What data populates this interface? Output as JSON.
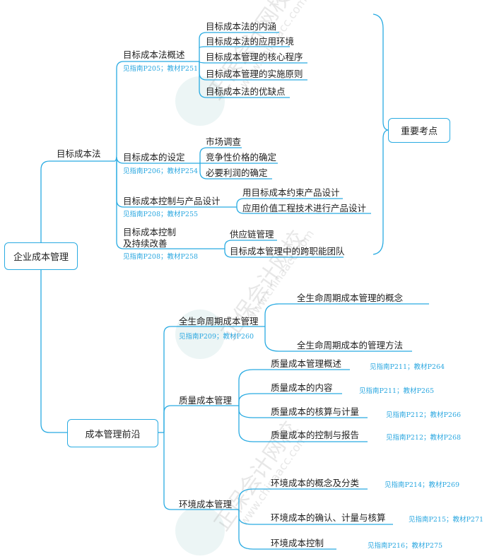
{
  "root": "企业成本管理",
  "key_points": "重要考点",
  "branch1": {
    "label": "目标成本法",
    "children": [
      {
        "label": "目标成本法概述",
        "ref": "见指南P205；教材P251",
        "leaves": [
          "目标成本法的内涵",
          "目标成本法的应用环境",
          "目标成本管理的核心程序",
          "目标成本管理的实施原则",
          "目标成本法的优缺点"
        ]
      },
      {
        "label": "目标成本的设定",
        "ref": "见指南P206；教材P254",
        "leaves": [
          "市场调查",
          "竞争性价格的确定",
          "必要利润的确定"
        ]
      },
      {
        "label": "目标成本控制与产品设计",
        "ref": "见指南P208；教材P255",
        "leaves": [
          "用目标成本约束产品设计",
          "应用价值工程技术进行产品设计"
        ]
      },
      {
        "label_line1": "目标成本控制",
        "label_line2": "及持续改善",
        "ref": "见指南P208；教材P258",
        "leaves": [
          "供应链管理",
          "目标成本管理中的跨职能团队"
        ]
      }
    ]
  },
  "branch2": {
    "label": "成本管理前沿",
    "children": [
      {
        "label": "全生命周期成本管理",
        "ref": "见指南P209；教材P260",
        "leaves": [
          {
            "label": "全生命周期成本管理的概念"
          },
          {
            "label": "全生命周期成本的管理方法"
          }
        ]
      },
      {
        "label": "质量成本管理",
        "leaves": [
          {
            "label": "质量成本管理概述",
            "ref": "见指南P211；教材P264"
          },
          {
            "label": "质量成本的内容",
            "ref": "见指南P211；教材P265"
          },
          {
            "label": "质量成本的核算与计量",
            "ref": "见指南P212；教材P266"
          },
          {
            "label": "质量成本的控制与报告",
            "ref": "见指南P212；教材P268"
          }
        ]
      },
      {
        "label": "环境成本管理",
        "leaves": [
          {
            "label": "环境成本的概念及分类",
            "ref": "见指南P214；教材P269"
          },
          {
            "label": "环境成本的确认、计量与核算",
            "ref": "见指南P215；教材P271"
          },
          {
            "label": "环境成本控制",
            "ref": "见指南P216；教材P275"
          }
        ]
      }
    ]
  },
  "watermark": {
    "text": "正保会计网校",
    "url": "www.chinaacc.com"
  }
}
